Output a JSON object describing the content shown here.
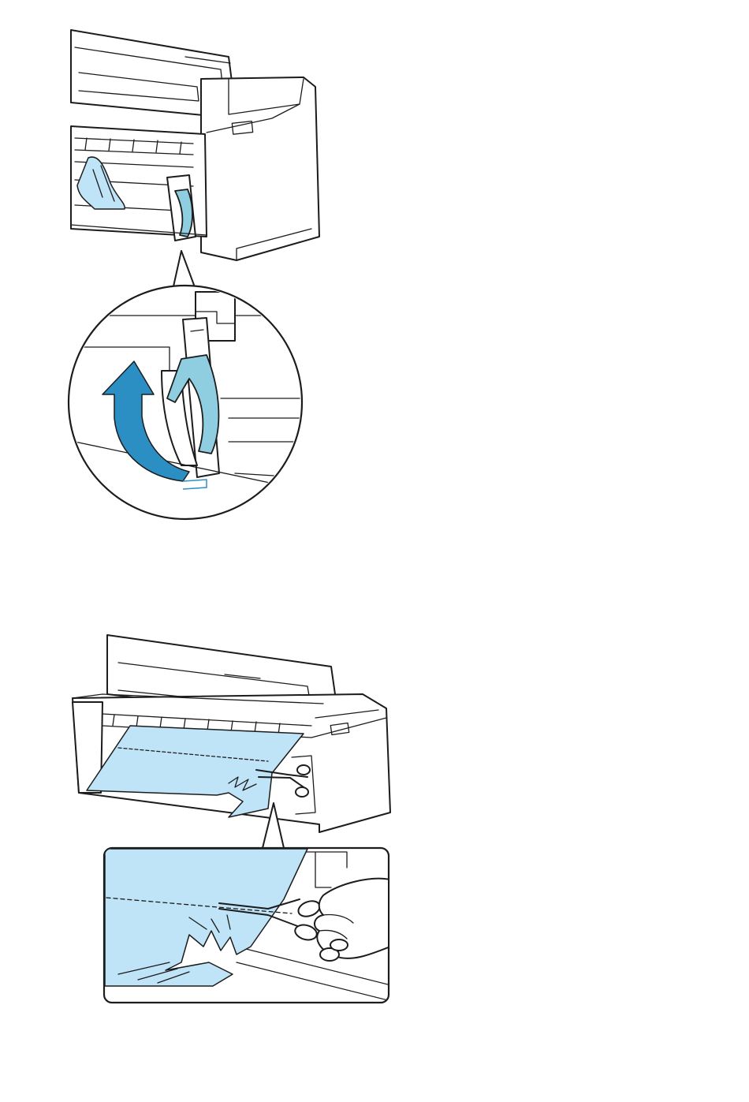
{
  "figures": [
    {
      "id": "figure-1",
      "label": "",
      "colors": {
        "outline": "#1c1c1c",
        "lever": "#8fcde0",
        "arrow": "#2b8fc4",
        "paper": "#bfe3f7",
        "background": "#ffffff"
      },
      "icons": [
        "printer-illustration",
        "release-lever",
        "curved-up-arrow",
        "magnified-callout"
      ]
    },
    {
      "id": "figure-2",
      "label": "",
      "colors": {
        "outline": "#1c1c1c",
        "paper": "#bfe3f7",
        "background": "#ffffff"
      },
      "icons": [
        "printer-illustration",
        "jammed-paper",
        "scissors",
        "hand",
        "magnified-callout"
      ]
    }
  ]
}
